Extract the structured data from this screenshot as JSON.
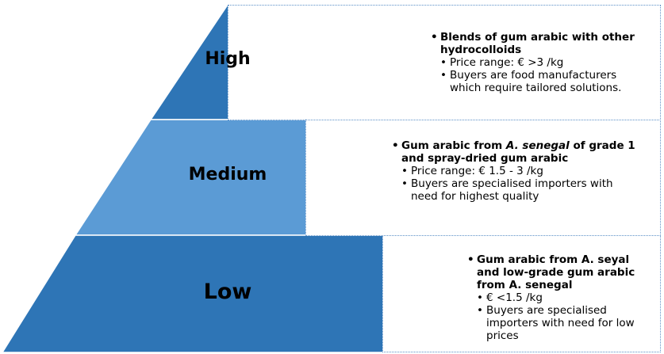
{
  "pyramid": {
    "levels": [
      {
        "name": "High",
        "color": "#2e75b6",
        "heading_parts": [
          {
            "text": "Blends of gum arabic with other hydrocolloids",
            "italic": false
          }
        ],
        "bullets": [
          "Price range: € >3 /kg",
          "Buyers are food manufacturers which require tailored solutions."
        ]
      },
      {
        "name": "Medium",
        "color": "#5b9bd5",
        "heading_parts": [
          {
            "text": "Gum arabic from ",
            "italic": false
          },
          {
            "text": "A. senegal",
            "italic": true
          },
          {
            "text": " of grade 1 and spray-dried gum arabic",
            "italic": false
          }
        ],
        "bullets": [
          "Price range: € 1.5 - 3 /kg",
          "Buyers are specialised importers with need for highest quality"
        ]
      },
      {
        "name": "Low",
        "color": "#2e75b6",
        "heading_parts": [
          {
            "text": "Gum arabic from A. seyal and low-grade gum arabic from A. senegal",
            "italic": false
          }
        ],
        "bullets": [
          "€ <1.5 /kg",
          "Buyers are specialised importers with need for low prices"
        ]
      }
    ]
  }
}
